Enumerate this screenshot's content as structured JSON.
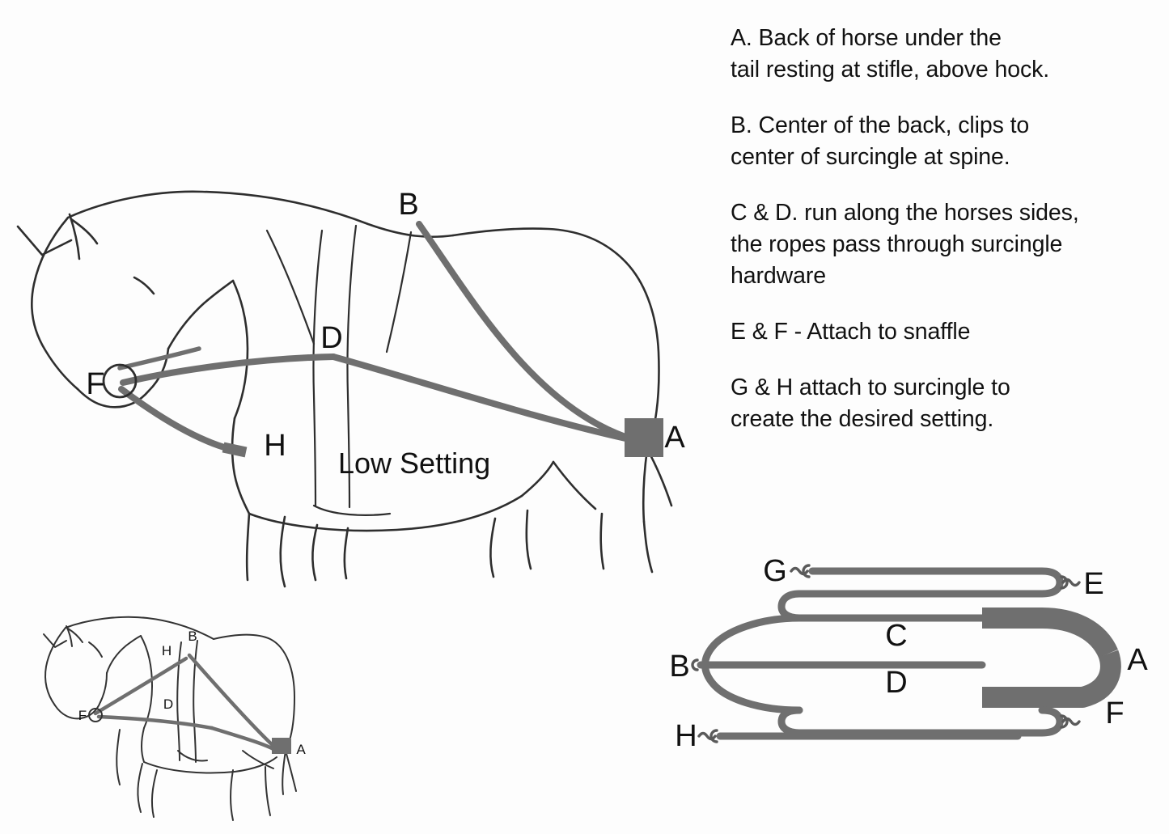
{
  "instructions": [
    "A. Back of horse under the\ntail resting at stifle, above hock.",
    "B. Center of the back, clips to\ncenter of surcingle at spine.",
    "C & D. run along the horses sides,\nthe ropes pass through surcingle\nhardware",
    "E & F - Attach to snaffle",
    "G & H attach to surcingle to\ncreate the desired setting."
  ],
  "main_diagram": {
    "note": "Low Setting",
    "labels": {
      "a": "A",
      "b": "B",
      "d": "D",
      "f": "F",
      "h": "H"
    }
  },
  "mini_diagram": {
    "labels": {
      "a": "A",
      "b": "B",
      "d": "D",
      "f": "F",
      "h": "H"
    }
  },
  "rope_diagram": {
    "labels": {
      "g": "G",
      "e": "E",
      "b": "B",
      "c": "C",
      "d": "D",
      "a": "A",
      "h": "H",
      "f": "F"
    }
  },
  "colors": {
    "background": "#fdfdfd",
    "outline": "#2e2e2e",
    "strap": "#6f6f6f",
    "text": "#111111"
  }
}
